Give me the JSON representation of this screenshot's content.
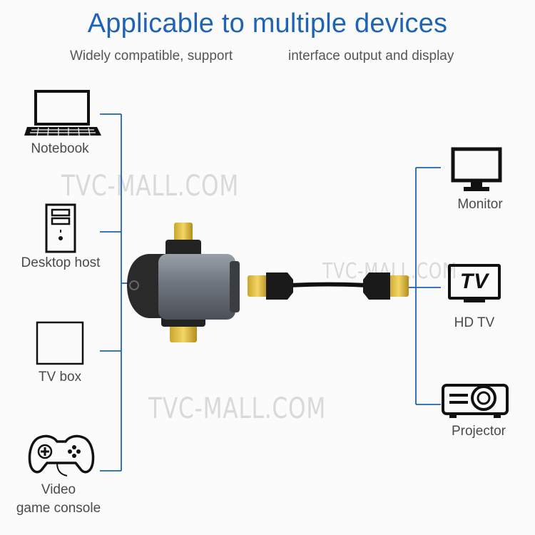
{
  "header": {
    "title": "Applicable to multiple devices",
    "subtitle_left": "Widely compatible, support",
    "subtitle_right": "interface output and display"
  },
  "left_devices": [
    {
      "label": "Notebook",
      "icon": "laptop-icon"
    },
    {
      "label": "Desktop host",
      "icon": "desktop-tower-icon"
    },
    {
      "label": "TV box",
      "icon": "tv-box-icon"
    },
    {
      "label_line1": "Video",
      "label_line2": "game console",
      "icon": "gamepad-icon"
    }
  ],
  "right_devices": [
    {
      "label": "Monitor",
      "icon": "monitor-icon"
    },
    {
      "label": "HD TV",
      "icon": "tv-icon",
      "icon_text": "TV"
    },
    {
      "label": "Projector",
      "icon": "projector-icon"
    }
  ],
  "watermarks": [
    "TVC-MALL.COM",
    "TVC-MALL.COM",
    "TVC-MALL.COM"
  ],
  "colors": {
    "accent": "#1f63b4",
    "connector_line": "#1f63b4",
    "icon_stroke": "#111111"
  }
}
